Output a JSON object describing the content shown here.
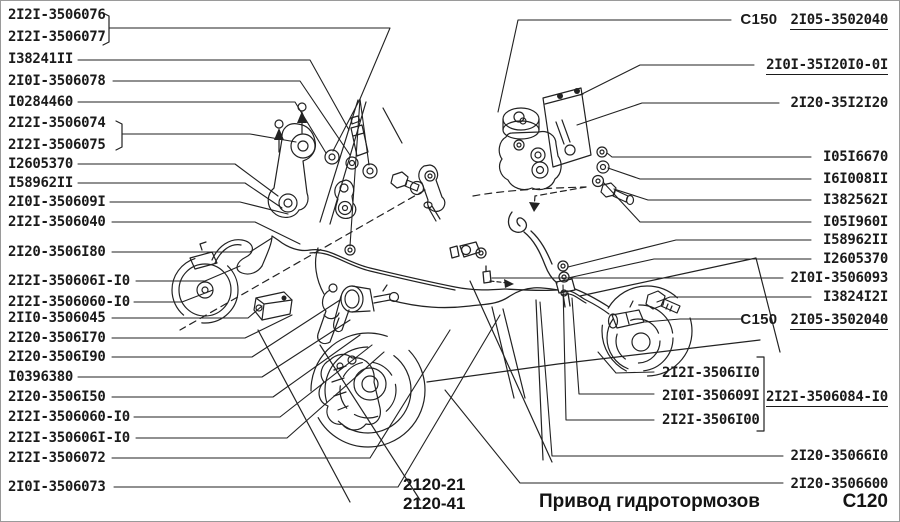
{
  "colors": {
    "ink": "#222222",
    "paper": "#ffffff"
  },
  "labels": {
    "left": [
      "2I2I-3506076",
      "2I2I-3506077",
      "I38241II",
      "2I0I-3506078",
      "I0284460",
      "2I2I-3506074",
      "2I2I-3506075",
      "I2605370",
      "I58962II",
      "2I0I-350609I",
      "2I2I-3506040",
      "2I20-3506I80",
      "2I2I-350606I-I0",
      "2I2I-3506060-I0",
      "2II0-3506045",
      "2I20-3506I70",
      "2I20-3506I90",
      "I0396380",
      "2I20-3506I50",
      "2I2I-3506060-I0",
      "2I2I-350606I-I0",
      "2I2I-3506072",
      "2I0I-3506073"
    ],
    "right": [
      {
        "prefix": "C150",
        "text": "2I05-3502040"
      },
      {
        "text": "2I0I-35I20I0-0I"
      },
      {
        "text": "2I20-35I2I20"
      },
      {
        "text": "I05I6670"
      },
      {
        "text": "I6I008II"
      },
      {
        "text": "I382562I"
      },
      {
        "text": "I05I960I"
      },
      {
        "text": "I58962II"
      },
      {
        "text": "I2605370"
      },
      {
        "text": "2I0I-3506093"
      },
      {
        "text": "I3824I2I"
      },
      {
        "prefix": "C150",
        "text": "2I05-3502040"
      },
      {
        "text": "2I20-35066I0"
      },
      {
        "text": "2I20-3506600"
      }
    ],
    "group": {
      "items": [
        "2I2I-3506II0",
        "2I0I-350609I",
        "2I2I-3506I00"
      ],
      "assembly": "2I2I-3506084-I0"
    }
  },
  "footer": {
    "model_code_1": "2120-21",
    "model_code_2": "2120-41",
    "title": "Привод гидротормозов",
    "page_ref": "C120"
  }
}
